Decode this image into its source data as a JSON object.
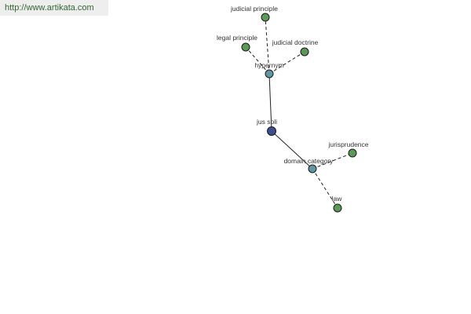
{
  "header": {
    "url": "http://www.artikata.com"
  },
  "colors": {
    "leaf": "#5a9a55",
    "relation": "#5e97a0",
    "root": "#3d4f8e",
    "edge": "#222222",
    "url_text": "#336633"
  },
  "graph": {
    "nodes": [
      {
        "id": "judicial-principle",
        "label": "judicial principle",
        "kind": "leaf"
      },
      {
        "id": "legal-principle",
        "label": "legal principle",
        "kind": "leaf"
      },
      {
        "id": "judicial-doctrine",
        "label": "judicial doctrine",
        "kind": "leaf"
      },
      {
        "id": "hypernym",
        "label": "hypernym",
        "kind": "relation"
      },
      {
        "id": "jus-soli",
        "label": "jus soli",
        "kind": "root"
      },
      {
        "id": "jurisprudence",
        "label": "jurisprudence",
        "kind": "leaf"
      },
      {
        "id": "domain-category",
        "label": "domain category",
        "kind": "relation"
      },
      {
        "id": "law",
        "label": "law",
        "kind": "leaf"
      }
    ],
    "edges": [
      {
        "from": "jus-soli",
        "to": "hypernym",
        "style": "solid"
      },
      {
        "from": "jus-soli",
        "to": "domain-category",
        "style": "solid"
      },
      {
        "from": "hypernym",
        "to": "judicial-principle",
        "style": "dashed"
      },
      {
        "from": "hypernym",
        "to": "legal-principle",
        "style": "dashed"
      },
      {
        "from": "hypernym",
        "to": "judicial-doctrine",
        "style": "dashed"
      },
      {
        "from": "domain-category",
        "to": "jurisprudence",
        "style": "dashed"
      },
      {
        "from": "domain-category",
        "to": "law",
        "style": "dashed"
      }
    ]
  }
}
